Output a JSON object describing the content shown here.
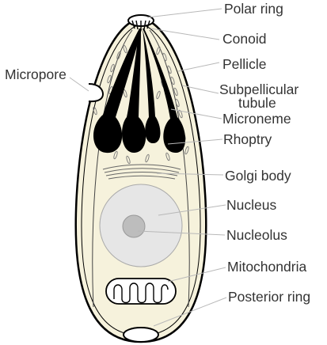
{
  "diagram": {
    "labels": {
      "polar_ring": "Polar ring",
      "conoid": "Conoid",
      "pellicle": "Pellicle",
      "subpellicular_tubule_1": "Subpellicular",
      "subpellicular_tubule_2": "tubule",
      "microneme": "Microneme",
      "rhoptry": "Rhoptry",
      "golgi_body": "Golgi body",
      "nucleus": "Nucleus",
      "nucleolus": "Nucleolus",
      "mitochondria": "Mitochondria",
      "posterior_ring": "Posterior ring",
      "micropore": "Micropore"
    },
    "colors": {
      "cytoplasm": "#f6f2dc",
      "outline": "#000000",
      "organelle": "#000000",
      "nucleus": "#e6e6e6",
      "nucleolus": "#bdbdbd",
      "label_text": "#333333",
      "leader_line": "#b8b8b8"
    }
  }
}
